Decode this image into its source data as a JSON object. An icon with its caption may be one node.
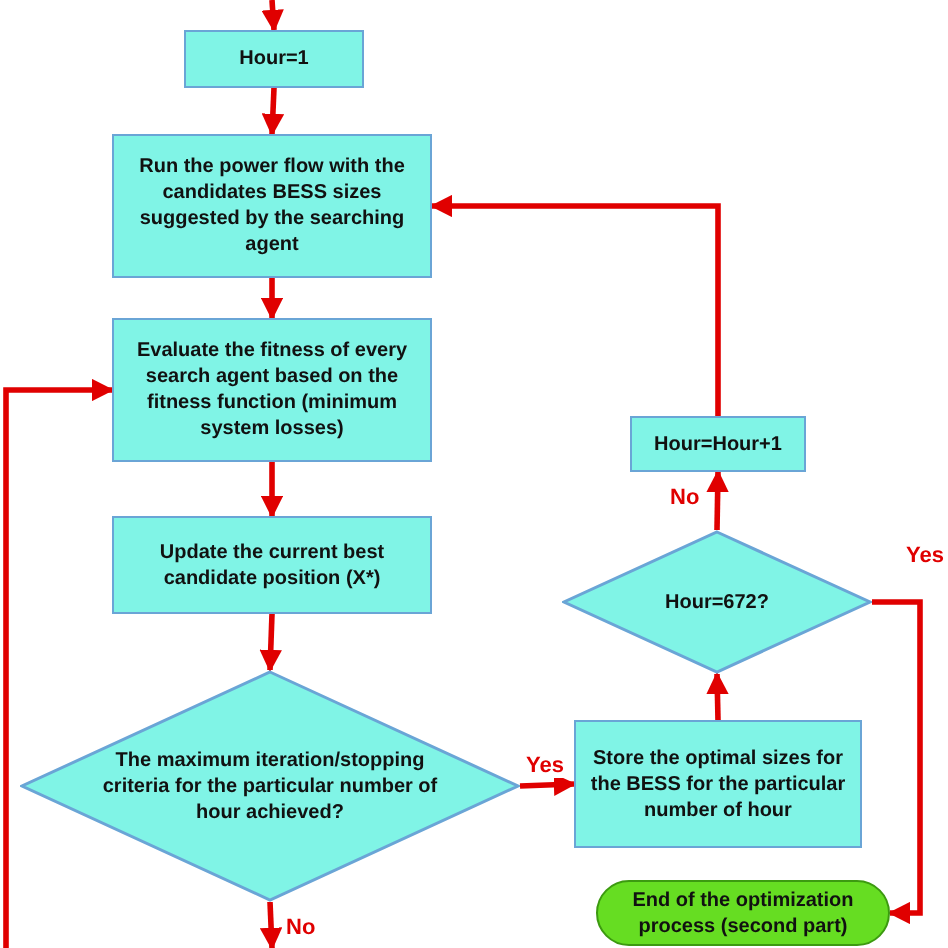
{
  "diagram": {
    "nodes": [
      {
        "text": [
          "Hour=1"
        ]
      },
      {
        "text": [
          "Run the power flow with the candidates BESS sizes suggested by the searching agent"
        ]
      },
      {
        "text": [
          "Evaluate the fitness of every search agent based on the fitness function (minimum system losses)"
        ]
      },
      {
        "text": [
          "Update the current best candidate position (X*)"
        ]
      },
      {
        "text": [
          "The maximum iteration/stopping criteria for the particular number of hour achieved?"
        ]
      },
      {
        "text": [
          "Hour=Hour+1"
        ]
      },
      {
        "text": [
          "Hour=672?"
        ]
      },
      {
        "text": [
          "Store the optimal sizes for the BESS for the particular number of hour"
        ]
      },
      {
        "text": [
          "End of the optimization process (second part)"
        ]
      }
    ],
    "edges": [
      {
        "from": null,
        "to": 0,
        "arrow": "to"
      },
      {
        "from": 0,
        "to": 1,
        "arrow": "to"
      },
      {
        "from": 1,
        "to": 2,
        "arrow": "to"
      },
      {
        "from": 2,
        "to": 3,
        "arrow": "to"
      },
      {
        "from": 3,
        "to": 4,
        "arrow": "to"
      },
      {
        "from": 4,
        "to": 7,
        "arrow": "to",
        "label": "Yes"
      },
      {
        "from": 7,
        "to": 6,
        "arrow": "to"
      },
      {
        "from": 6,
        "to": 5,
        "arrow": "to",
        "label": "No"
      },
      {
        "from": 5,
        "to": 1,
        "arrow": "to"
      },
      {
        "from": 6,
        "to": 8,
        "arrow": "to",
        "label": "Yes"
      },
      {
        "from": 4,
        "to": null,
        "arrow": "to",
        "label": "No"
      },
      {
        "from": null,
        "to": 2,
        "arrow": "to"
      }
    ]
  }
}
